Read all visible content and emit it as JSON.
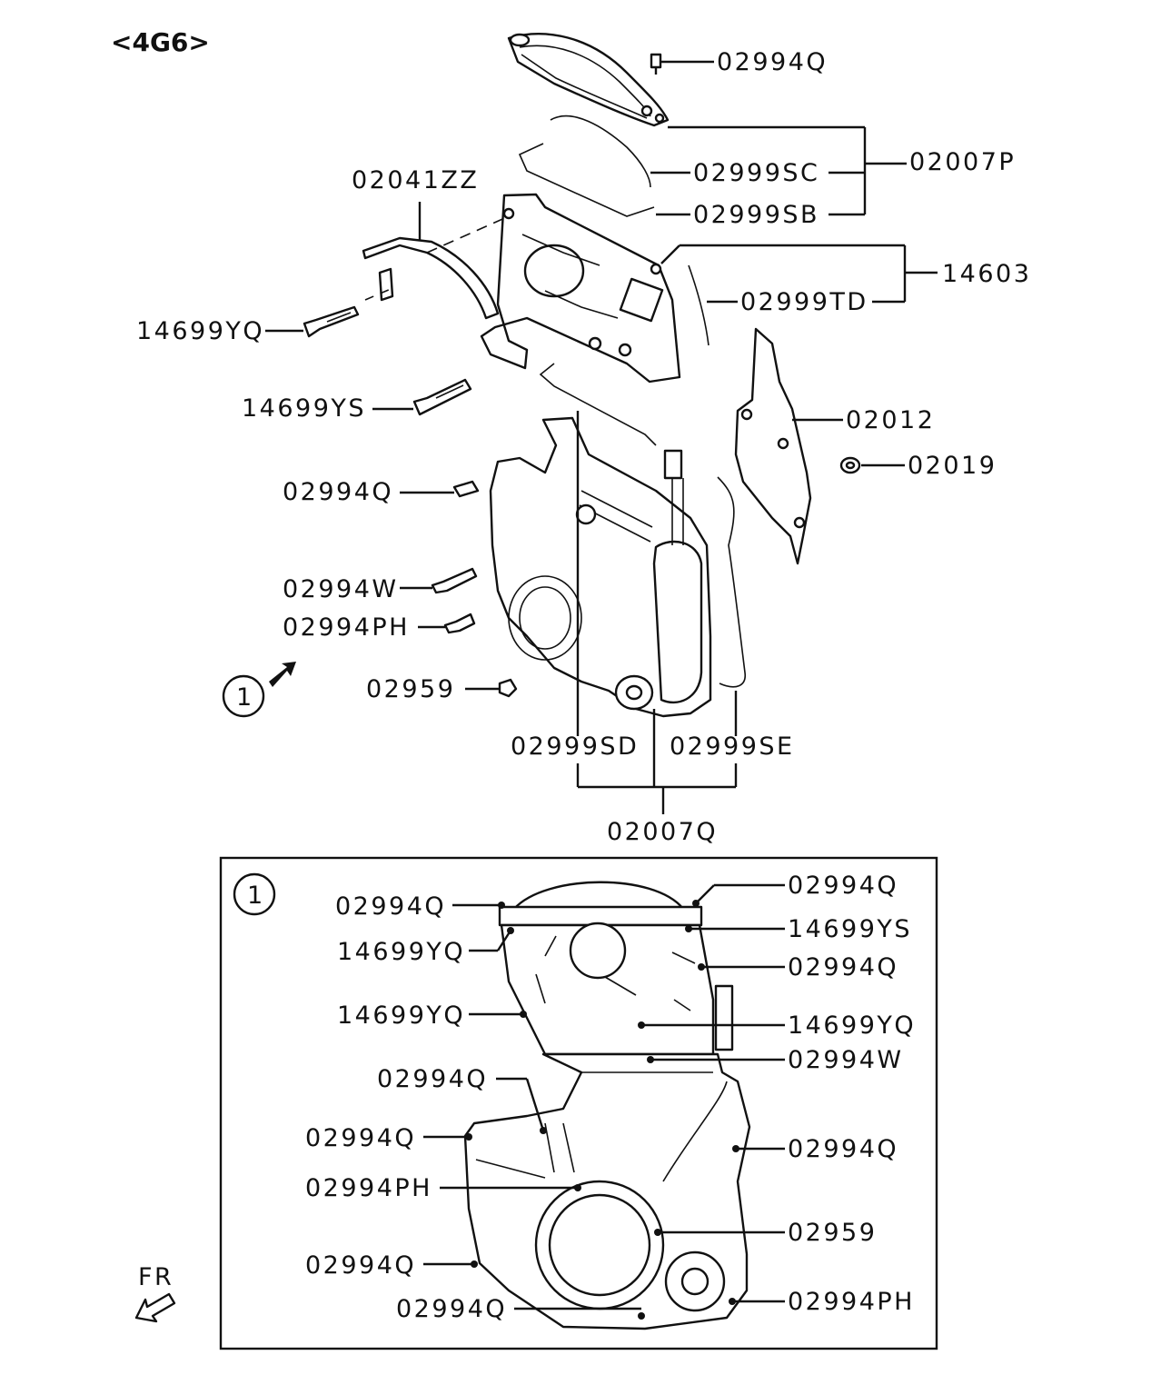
{
  "title": "<4G6>",
  "fr_label": "FR",
  "ref_circle": "1",
  "callouts": {
    "top_cover_bolt": "02994Q",
    "upper_cover_gasket_c": "02999SC",
    "upper_cover_gasket_b": "02999SB",
    "upper_cover_assy": "02007P",
    "cover_bracket": "02041ZZ",
    "center_cover": "14603",
    "center_gasket": "02999TD",
    "bolt_yq": "14699YQ",
    "bolt_ys": "14699YS",
    "rear_plate": "02012",
    "grommet": "02019",
    "lower_bolt_q": "02994Q",
    "lower_bolt_w": "02994W",
    "lower_bolt_ph": "02994PH",
    "nut": "02959",
    "lower_gasket_d": "02999SD",
    "lower_gasket_e": "02999SE",
    "lower_cover_assy": "02007Q"
  },
  "detail": {
    "circle": "1",
    "left": [
      "02994Q",
      "14699YQ",
      "14699YQ",
      "02994Q",
      "02994Q",
      "02994PH",
      "02994Q",
      "02994Q"
    ],
    "right": [
      "02994Q",
      "14699YS",
      "02994Q",
      "14699YQ",
      "02994W",
      "02994Q",
      "02959",
      "02994PH"
    ]
  }
}
